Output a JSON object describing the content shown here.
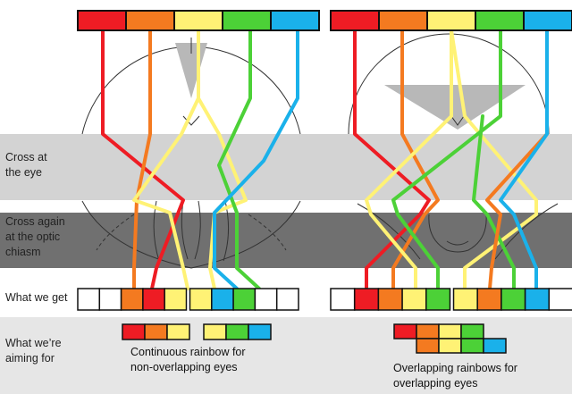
{
  "labels": {
    "cross_eye": "Cross at\nthe eye",
    "cross_chiasm": "Cross again\nat the optic\nchiasm",
    "what_we_get": "What we get",
    "aiming_for": "What we’re\naiming for"
  },
  "captions": {
    "left": "Continuous rainbow for\nnon-overlapping eyes",
    "right": "Overlapping rainbows for\noverlapping eyes"
  },
  "colors": {
    "red": "#ee1c24",
    "orange": "#f47a20",
    "yellow": "#fff275",
    "green": "#4cd137",
    "blue": "#1ab1ea",
    "band_light": "#d3d3d3",
    "band_dark": "#707070",
    "bottom_bg": "#e6e6e6",
    "field": "#b8b8b8"
  },
  "rainbow": [
    "red",
    "orange",
    "yellow",
    "green",
    "blue"
  ]
}
